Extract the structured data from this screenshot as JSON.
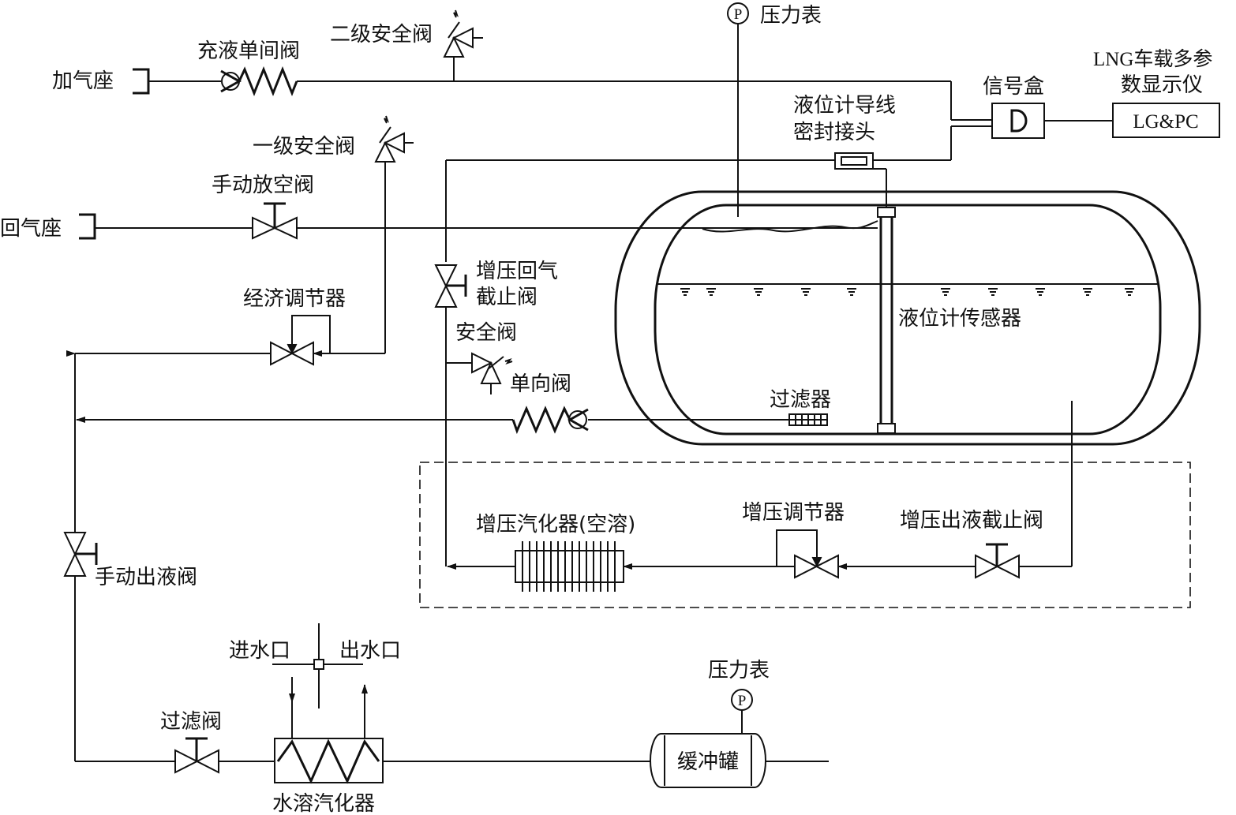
{
  "labels": {
    "pressure_gauge_top": "压力表",
    "secondary_safety_valve": "二级安全阀",
    "fill_check_valve": "充液单间阀",
    "filling_receptacle": "加气座",
    "signal_box": "信号盒",
    "display_title_line1": "LNG车载多参",
    "display_title_line2": "数显示仪",
    "display_box": "LG&PC",
    "level_gauge_seal_line1": "液位计导线",
    "level_gauge_seal_line2": "密封接头",
    "primary_safety_valve": "一级安全阀",
    "manual_vent_valve": "手动放空阀",
    "return_receptacle": "回气座",
    "pressure_return_stop_line1": "增压回气",
    "pressure_return_stop_line2": "截止阀",
    "economizer_regulator": "经济调节器",
    "safety_valve": "安全阀",
    "check_valve": "单向阀",
    "level_sensor": "液位计传感器",
    "filter": "过滤器",
    "pressure_vaporizer": "增压汽化器(空溶)",
    "pressure_regulator": "增压调节器",
    "pressure_outlet_stop": "增压出液截止阀",
    "manual_outlet_valve": "手动出液阀",
    "water_inlet": "进水口",
    "water_outlet": "出水口",
    "pressure_gauge_bottom": "压力表",
    "filter_valve": "过滤阀",
    "buffer_tank": "缓冲罐",
    "water_vaporizer": "水溶汽化器",
    "gauge_symbol": "P"
  }
}
